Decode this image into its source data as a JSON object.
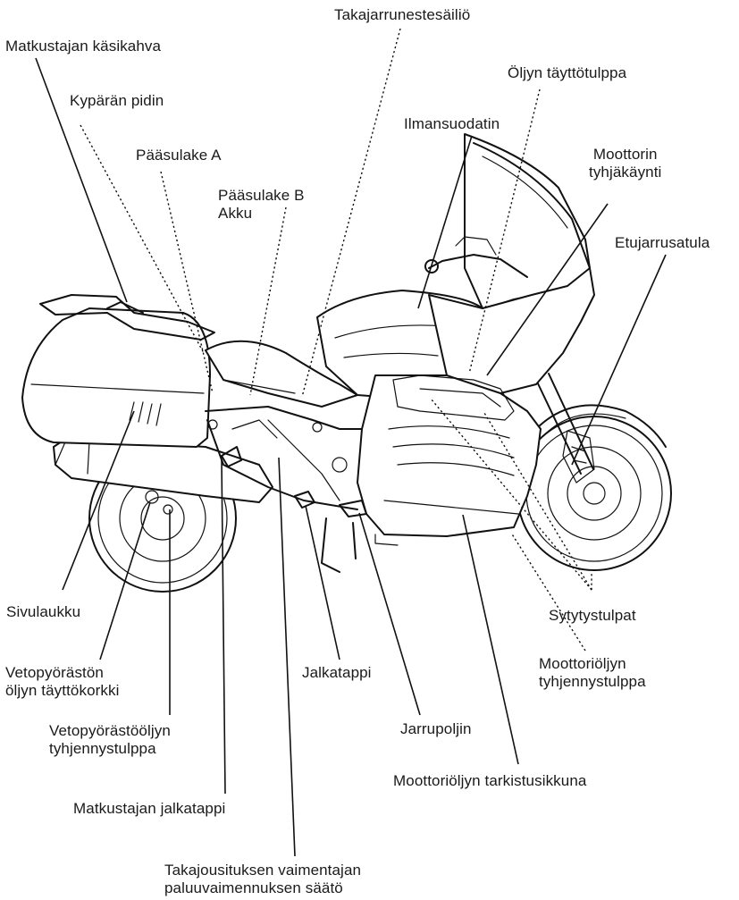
{
  "labels": {
    "takajarrunestesailio": "Takajarrunestesäiliö",
    "matkustajan_kasikahva": "Matkustajan käsikahva",
    "oljyn_tayttotulppa": "Öljyn täyttötulppa",
    "kyparan_pidin": "Kypärän pidin",
    "ilmansuodatin": "Ilmansuodatin",
    "paasulake_a": "Pääsulake A",
    "moottorin_tyhjakaynti": [
      "Moottorin",
      "tyhjäkäynti"
    ],
    "paasulake_b_akku": [
      "Pääsulake B",
      "Akku"
    ],
    "etujarrusatula": "Etujarrusatula",
    "sivulaukku": "Sivulaukku",
    "sytytystulpat": "Sytytystulpat",
    "vetopyorastoN_oljyn_tayttokorkki": [
      "Vetopyörästön",
      "öljyn täyttökorkki"
    ],
    "jalkatappi": "Jalkatappi",
    "moottorioljyn_tyhjennystulppa": [
      "Moottoriöljyn",
      "tyhjennystulppa"
    ],
    "jarrupoljin": "Jarrupoljin",
    "vetopyorastooljyn_tyhjennystulppa": [
      "Vetopyörästööljyn",
      "tyhjennystulppa"
    ],
    "moottorioljyn_tarkistusikkuna": "Moottoriöljyn tarkistusikkuna",
    "matkustajan_jalkatappi": "Matkustajan jalkatappi",
    "takajousituksen_saato": [
      "Takajousituksen vaimentajan",
      "paluuvaimennuksen säätö"
    ]
  }
}
